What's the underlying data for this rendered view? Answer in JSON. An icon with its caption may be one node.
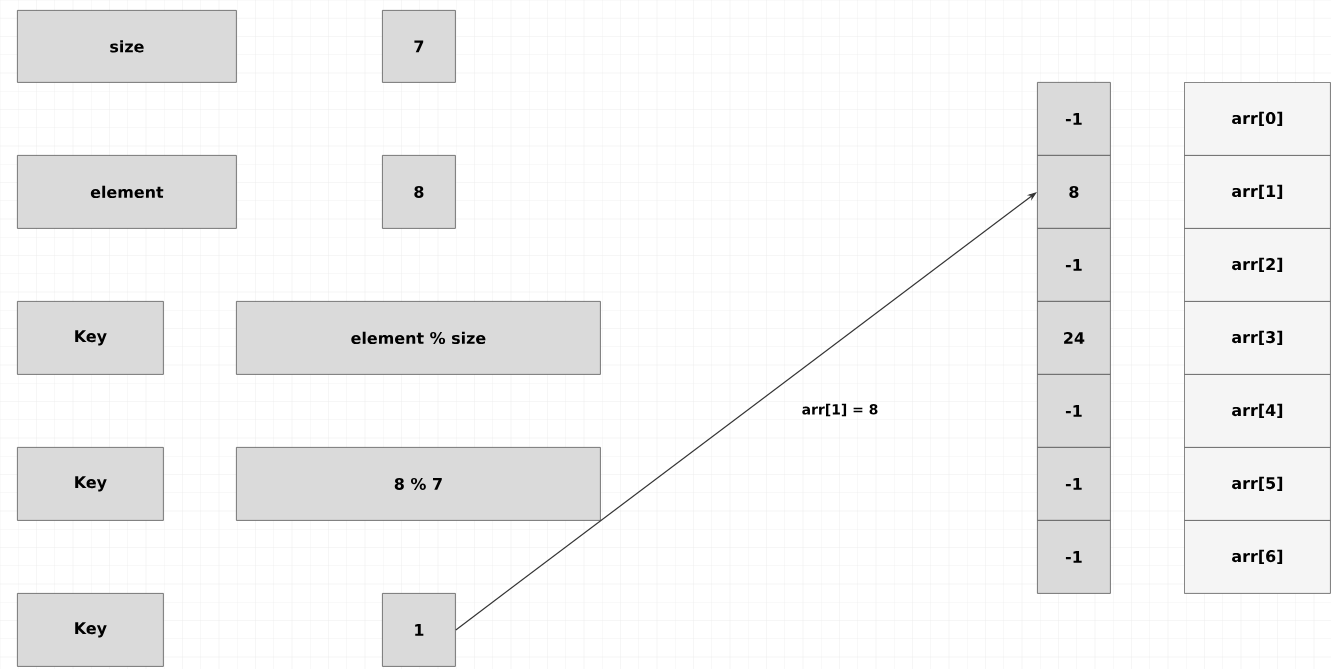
{
  "diagram": {
    "nodes": [
      {
        "text": [
          "size"
        ]
      },
      {
        "text": [
          "7"
        ]
      },
      {
        "text": [
          "element"
        ]
      },
      {
        "text": [
          "8"
        ]
      },
      {
        "text": [
          "Key"
        ]
      },
      {
        "text": [
          "element % size"
        ]
      },
      {
        "text": [
          "Key"
        ]
      },
      {
        "text": [
          "8 % 7"
        ]
      },
      {
        "text": [
          "Key"
        ]
      },
      {
        "text": [
          "1"
        ]
      },
      {
        "text": [
          "-1"
        ]
      },
      {
        "text": [
          "8"
        ]
      },
      {
        "text": [
          "-1"
        ]
      },
      {
        "text": [
          "24"
        ]
      },
      {
        "text": [
          "-1"
        ]
      },
      {
        "text": [
          "-1"
        ]
      },
      {
        "text": [
          "-1"
        ]
      },
      {
        "text": [
          "arr[0]"
        ]
      },
      {
        "text": [
          "arr[1]"
        ]
      },
      {
        "text": [
          "arr[2]"
        ]
      },
      {
        "text": [
          "arr[3]"
        ]
      },
      {
        "text": [
          "arr[4]"
        ]
      },
      {
        "text": [
          "arr[5]"
        ]
      },
      {
        "text": [
          "arr[6]"
        ]
      }
    ],
    "edges": [
      {
        "from": 9,
        "to": 11,
        "arrow": "to",
        "label": "arr[1] = 8"
      }
    ]
  }
}
